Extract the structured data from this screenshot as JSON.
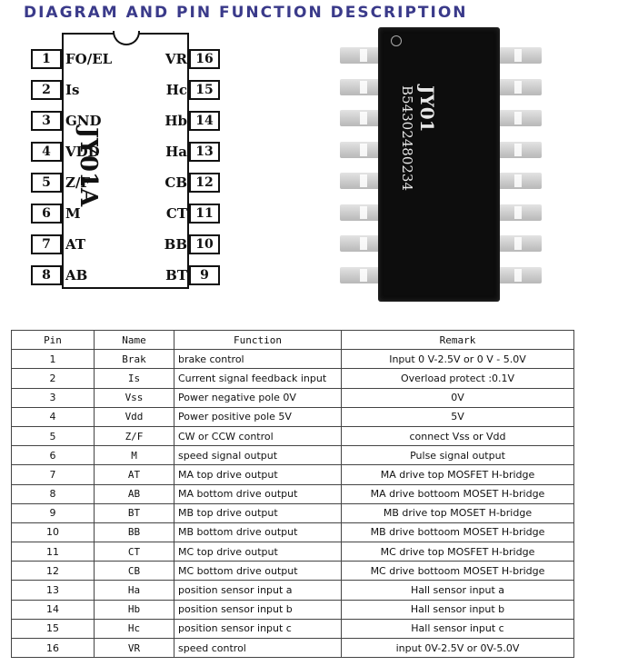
{
  "heading": "DIAGRAM AND PIN FUNCTION DESCRIPTION",
  "chip_label": "JY01A",
  "left_pins": [
    {
      "num": "1",
      "label": "FO/EL"
    },
    {
      "num": "2",
      "label": "Is"
    },
    {
      "num": "3",
      "label": "GND"
    },
    {
      "num": "4",
      "label": "VDD"
    },
    {
      "num": "5",
      "label": "Z/F"
    },
    {
      "num": "6",
      "label": "M"
    },
    {
      "num": "7",
      "label": "AT"
    },
    {
      "num": "8",
      "label": "AB"
    }
  ],
  "right_pins": [
    {
      "num": "16",
      "label": "VR"
    },
    {
      "num": "15",
      "label": "Hc"
    },
    {
      "num": "14",
      "label": "Hb"
    },
    {
      "num": "13",
      "label": "Ha"
    },
    {
      "num": "12",
      "label": "CB"
    },
    {
      "num": "11",
      "label": "CT"
    },
    {
      "num": "10",
      "label": "BB"
    },
    {
      "num": "9",
      "label": "BT"
    }
  ],
  "photo": {
    "marking_line1": "JY01",
    "marking_line2": "B54302480234"
  },
  "table": {
    "headers": {
      "pin": "Pin",
      "name": "Name",
      "function": "Function",
      "remark": "Remark"
    },
    "rows": [
      {
        "pin": "1",
        "name": "Brak",
        "function": "brake control",
        "remark": "Input 0 V-2.5V or 0 V - 5.0V"
      },
      {
        "pin": "2",
        "name": "Is",
        "function": "Current signal feedback input",
        "remark": "Overload protect :0.1V"
      },
      {
        "pin": "3",
        "name": "Vss",
        "function": "Power negative pole 0V",
        "remark": "0V"
      },
      {
        "pin": "4",
        "name": "Vdd",
        "function": "Power positive pole 5V",
        "remark": "5V"
      },
      {
        "pin": "5",
        "name": "Z/F",
        "function": "CW or CCW control",
        "remark": "connect Vss or Vdd"
      },
      {
        "pin": "6",
        "name": "M",
        "function": "speed signal output",
        "remark": "Pulse signal output"
      },
      {
        "pin": "7",
        "name": "AT",
        "function": "MA top drive output",
        "remark": "MA  drive  top MOSFET H-bridge"
      },
      {
        "pin": "8",
        "name": "AB",
        "function": "MA bottom drive output",
        "remark": "MA  drive  bottoom MOSET H-bridge"
      },
      {
        "pin": "9",
        "name": "BT",
        "function": "MB top drive output",
        "remark": "MB  drive  top MOSET H-bridge"
      },
      {
        "pin": "10",
        "name": "BB",
        "function": "MB bottom drive output",
        "remark": "MB  drive  bottoom MOSET H-bridge"
      },
      {
        "pin": "11",
        "name": "CT",
        "function": "MC top drive output",
        "remark": "MC  drive  top MOSFET H-bridge"
      },
      {
        "pin": "12",
        "name": "CB",
        "function": "MC bottom drive output",
        "remark": "MC  drive  bottoom MOSET H-bridge"
      },
      {
        "pin": "13",
        "name": "Ha",
        "function": "position sensor input a",
        "remark": "Hall sensor input a"
      },
      {
        "pin": "14",
        "name": "Hb",
        "function": "position sensor input b",
        "remark": "Hall sensor input b"
      },
      {
        "pin": "15",
        "name": "Hc",
        "function": "position sensor input c",
        "remark": "Hall sensor input c"
      },
      {
        "pin": "16",
        "name": "VR",
        "function": "speed control",
        "remark": "input 0V-2.5V or 0V-5.0V"
      }
    ]
  }
}
